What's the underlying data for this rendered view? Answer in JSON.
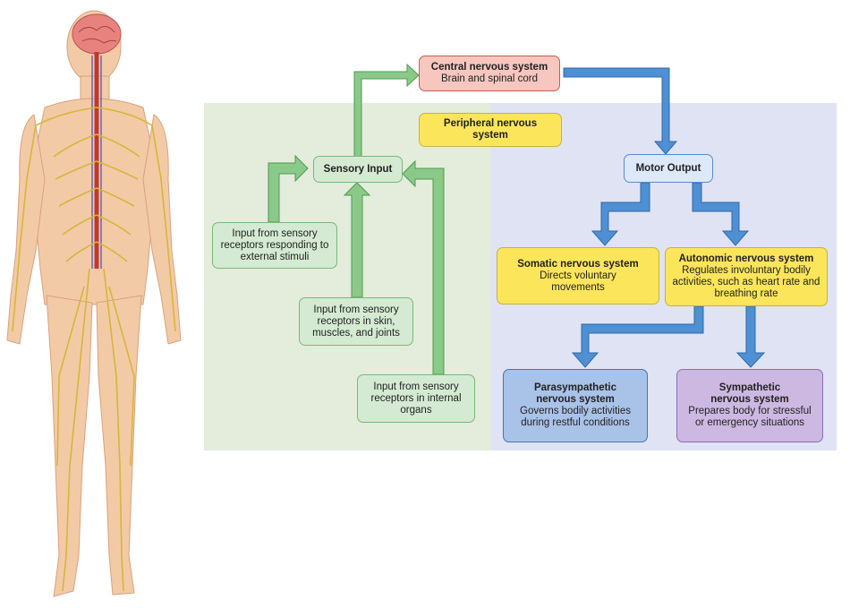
{
  "colors": {
    "green_panel": "#e4ecdc",
    "blue_panel": "#dfe3f3",
    "green_arrow": "#8bc98a",
    "blue_arrow": "#4f8fd3",
    "nerve_yellow": "#d6b63a",
    "skin": "#f4cfae"
  },
  "cns": {
    "title": "Central nervous system",
    "body": "Brain and spinal cord"
  },
  "pns": {
    "title": "Peripheral nervous\nsystem"
  },
  "sensory": {
    "title": "Sensory Input",
    "external": "Input from sensory receptors responding to external stimuli",
    "skin": "Input from sensory receptors in skin, muscles, and joints",
    "internal": "Input from sensory receptors in internal organs"
  },
  "motor": {
    "title": "Motor Output"
  },
  "somatic": {
    "title": "Somatic nervous system",
    "body": "Directs voluntary movements"
  },
  "autonomic": {
    "title": "Autonomic nervous system",
    "body": "Regulates involuntary bodily activities, such as heart rate and breathing rate"
  },
  "parasympathetic": {
    "title": "Parasympathetic nervous system",
    "body": "Governs bodily activities during restful conditions"
  },
  "sympathetic": {
    "title": "Sympathetic nervous system",
    "body": "Prepares body for stressful or emergency situations"
  }
}
